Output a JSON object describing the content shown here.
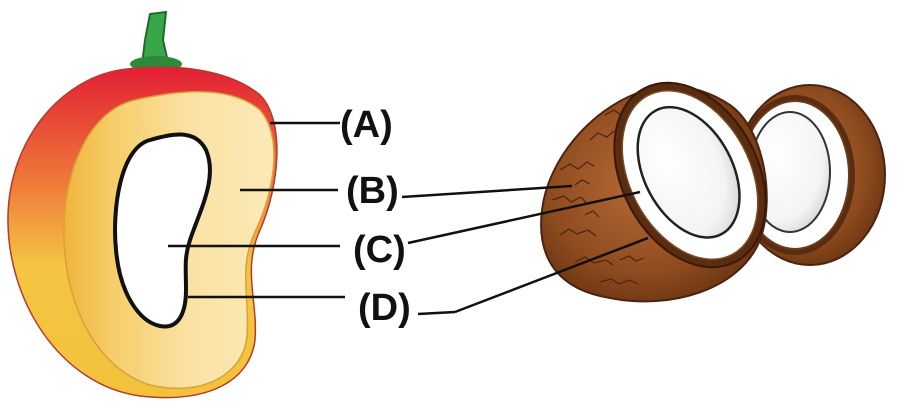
{
  "labels": {
    "a": "(A)",
    "b": "(B)",
    "c": "(C)",
    "d": "(D)"
  },
  "colors": {
    "mango_skin_red": "#e8283a",
    "mango_skin_yellow": "#f7d24a",
    "mango_flesh": "#f7d98a",
    "coconut_husk": "#8a4a1e",
    "coconut_meat": "#ffffff",
    "stem_green": "#3aa64a"
  }
}
